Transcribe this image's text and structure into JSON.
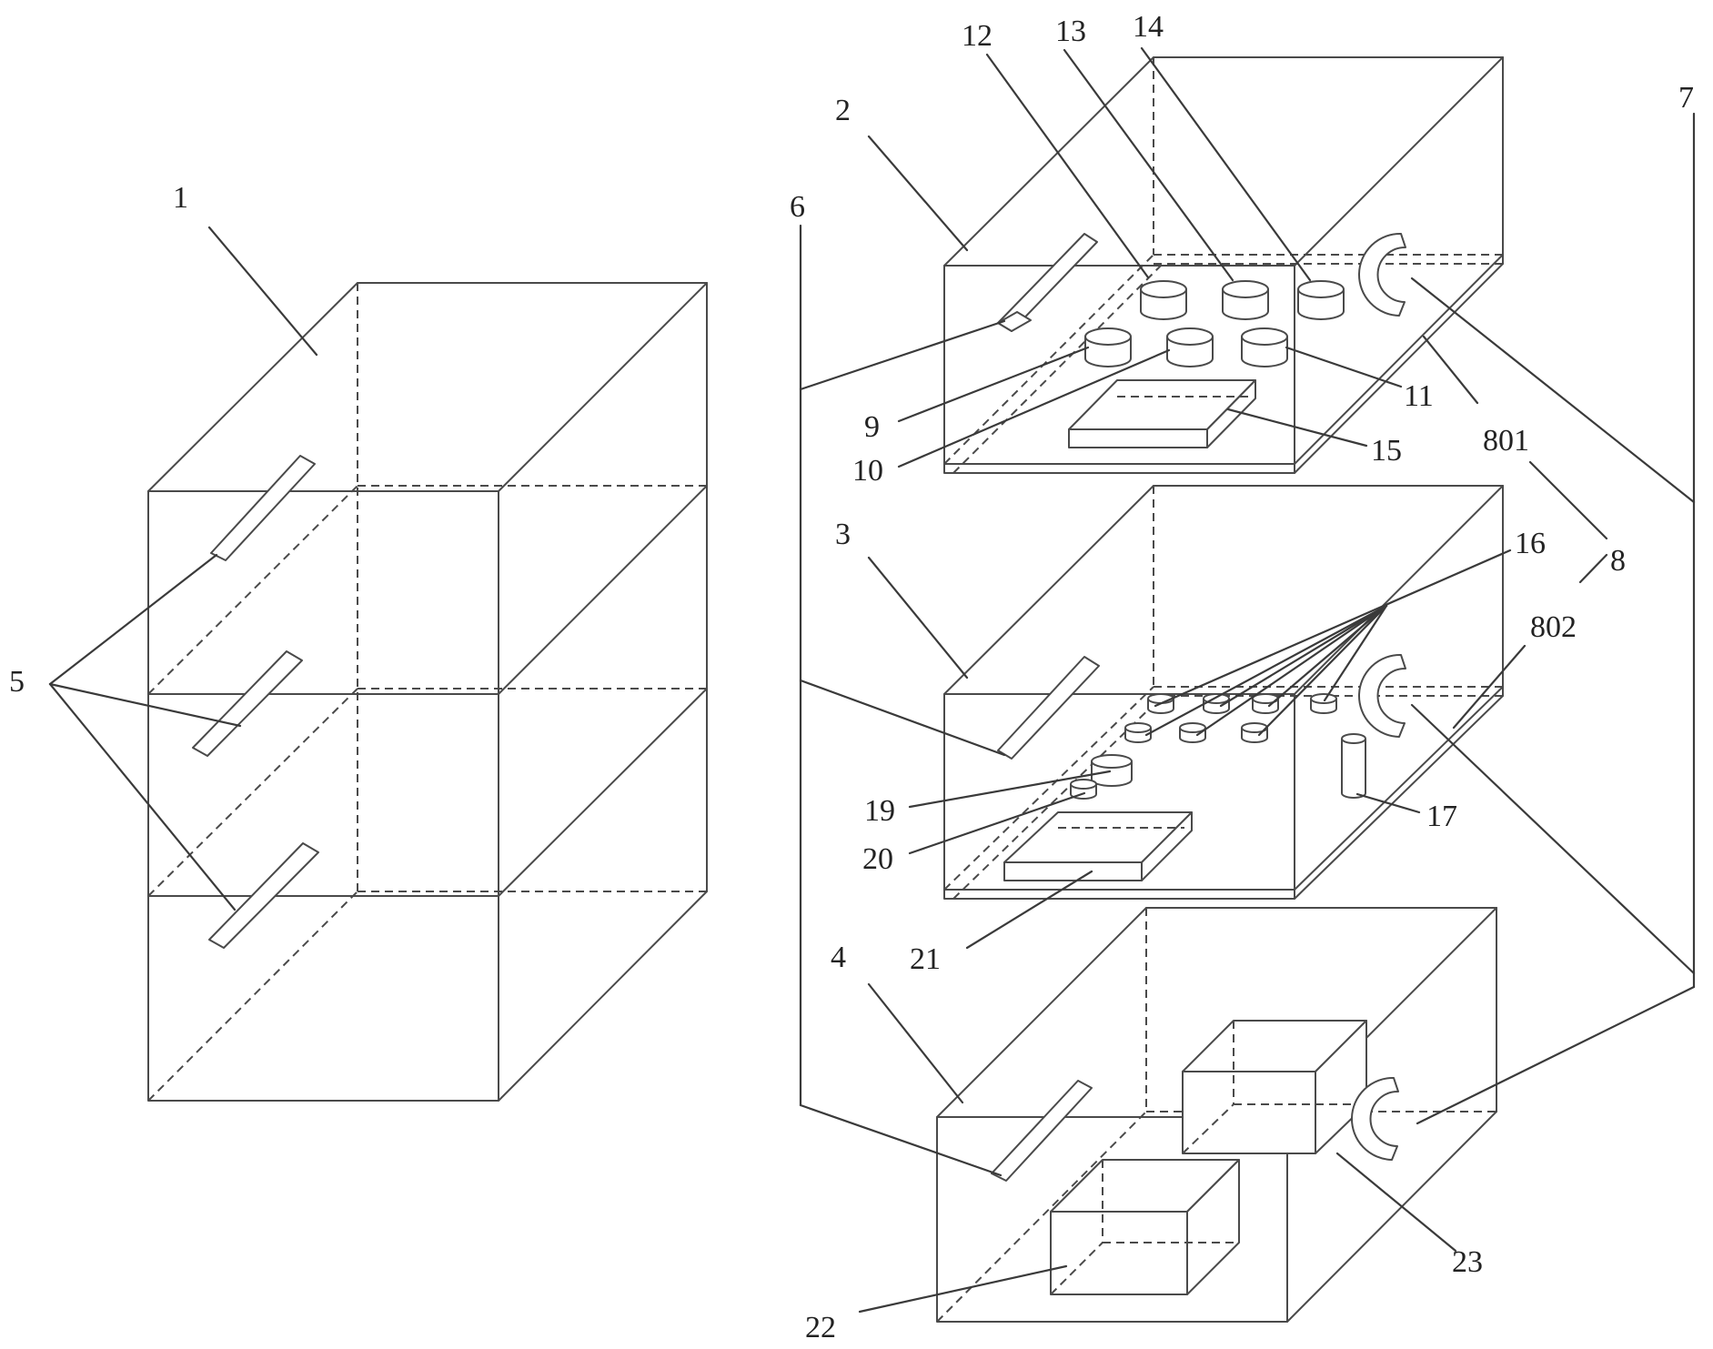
{
  "labels": {
    "l1": "1",
    "l2": "2",
    "l3": "3",
    "l4": "4",
    "l5": "5",
    "l6": "6",
    "l7": "7",
    "l8": "8",
    "l801": "801",
    "l802": "802",
    "l9": "9",
    "l10": "10",
    "l11": "11",
    "l12": "12",
    "l13": "13",
    "l14": "14",
    "l15": "15",
    "l16": "16",
    "l17": "17",
    "l19": "19",
    "l20": "20",
    "l21": "21",
    "l22": "22",
    "l23": "23"
  },
  "colors": {
    "line": "#4a4a4a",
    "text": "#222222",
    "background": "#ffffff"
  }
}
